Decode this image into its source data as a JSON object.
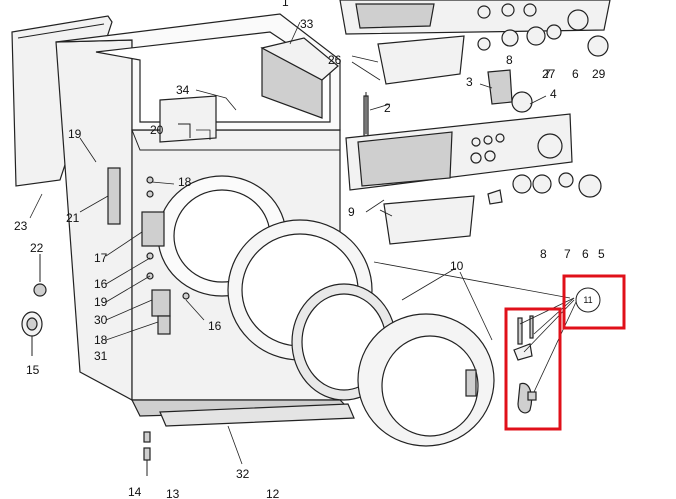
{
  "diagram": {
    "callouts": [
      "1",
      "2",
      "3",
      "4",
      "5",
      "6",
      "6",
      "7",
      "7",
      "8",
      "8",
      "9",
      "10",
      "11",
      "12",
      "13",
      "14",
      "15",
      "16",
      "16",
      "17",
      "18",
      "18",
      "19",
      "19",
      "20",
      "21",
      "22",
      "23",
      "26",
      "27",
      "29",
      "30",
      "31",
      "32",
      "33",
      "34"
    ],
    "badge_label": "11",
    "highlight_color": "#e0101a"
  }
}
